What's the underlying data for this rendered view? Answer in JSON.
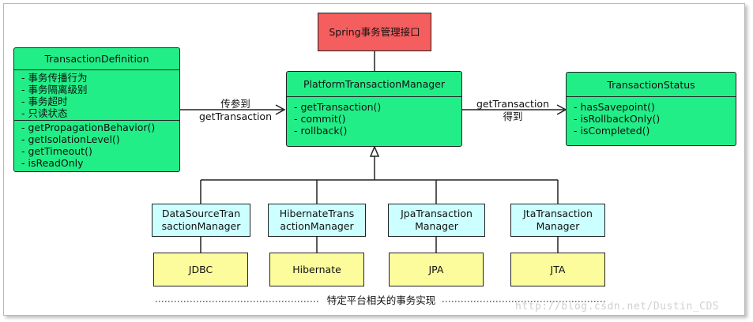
{
  "spring_interface": {
    "label": "Spring事务管理接口"
  },
  "transaction_definition": {
    "title": "TransactionDefinition",
    "attributes": [
      "- 事务传播行为",
      "- 事务隔离级别",
      "- 事务超时",
      "- 只读状态"
    ],
    "methods": [
      "- getPropagationBehavior()",
      "- getIsolationLevel()",
      "- getTimeout()",
      "- isReadOnly"
    ]
  },
  "platform_transaction_manager": {
    "title": "PlatformTransactionManager",
    "methods": [
      "- getTransaction()",
      "- commit()",
      "- rollback()"
    ]
  },
  "transaction_status": {
    "title": "TransactionStatus",
    "methods": [
      "- hasSavepoint()",
      "- isRollbackOnly()",
      "- isCompleted()"
    ]
  },
  "edge_labels": {
    "pass_param": [
      "传参到",
      "getTransaction"
    ],
    "get_status": [
      "getTransaction",
      "得到"
    ]
  },
  "implementations": [
    {
      "manager": [
        "DataSourceTran",
        "sactionManager"
      ],
      "tech": "JDBC"
    },
    {
      "manager": [
        "HibernateTrans",
        "actionManager"
      ],
      "tech": "Hibernate"
    },
    {
      "manager": [
        "JpaTransaction",
        "Manager"
      ],
      "tech": "JPA"
    },
    {
      "manager": [
        "JtaTransaction",
        "Manager"
      ],
      "tech": "JTA"
    }
  ],
  "footer_note": "特定平台相关的事务实现",
  "watermark": "http://blog.csdn.net/Dustin_CDS"
}
